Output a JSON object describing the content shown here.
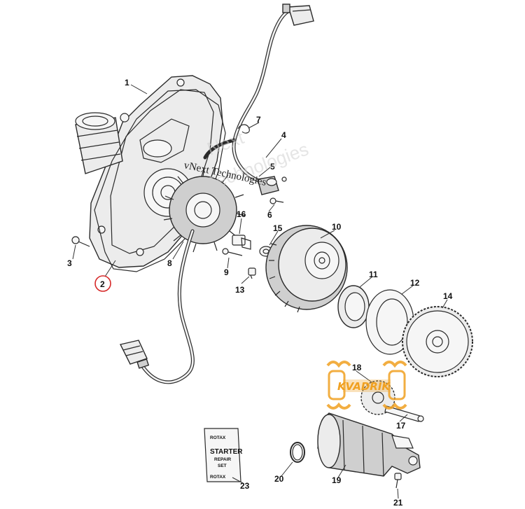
{
  "callouts": {
    "c1": "1",
    "c2": "2",
    "c3": "3",
    "c4": "4",
    "c5": "5",
    "c6": "6",
    "c7": "7",
    "c8": "8",
    "c9": "9",
    "c10": "10",
    "c11": "11",
    "c12": "12",
    "c13": "13",
    "c14": "14",
    "c15": "15",
    "c16": "16",
    "c17": "17",
    "c18": "18",
    "c19": "19",
    "c20": "20",
    "c21": "21",
    "c23": "23"
  },
  "highlighted_callout": "2",
  "highlight_color": "#d62828",
  "watermark": {
    "vnext_line": "vNext Technologies",
    "vnext_ghost_1": "Next",
    "vnext_ghost_2": "Technologies"
  },
  "logo": {
    "name": "KVADRIK",
    "color": "#f0a020"
  },
  "repair_kit_label": {
    "brand_top": "ROTAX",
    "title": "STARTER",
    "line2": "REPAIR",
    "line3": "SET",
    "brand_bottom": "ROTAX"
  }
}
